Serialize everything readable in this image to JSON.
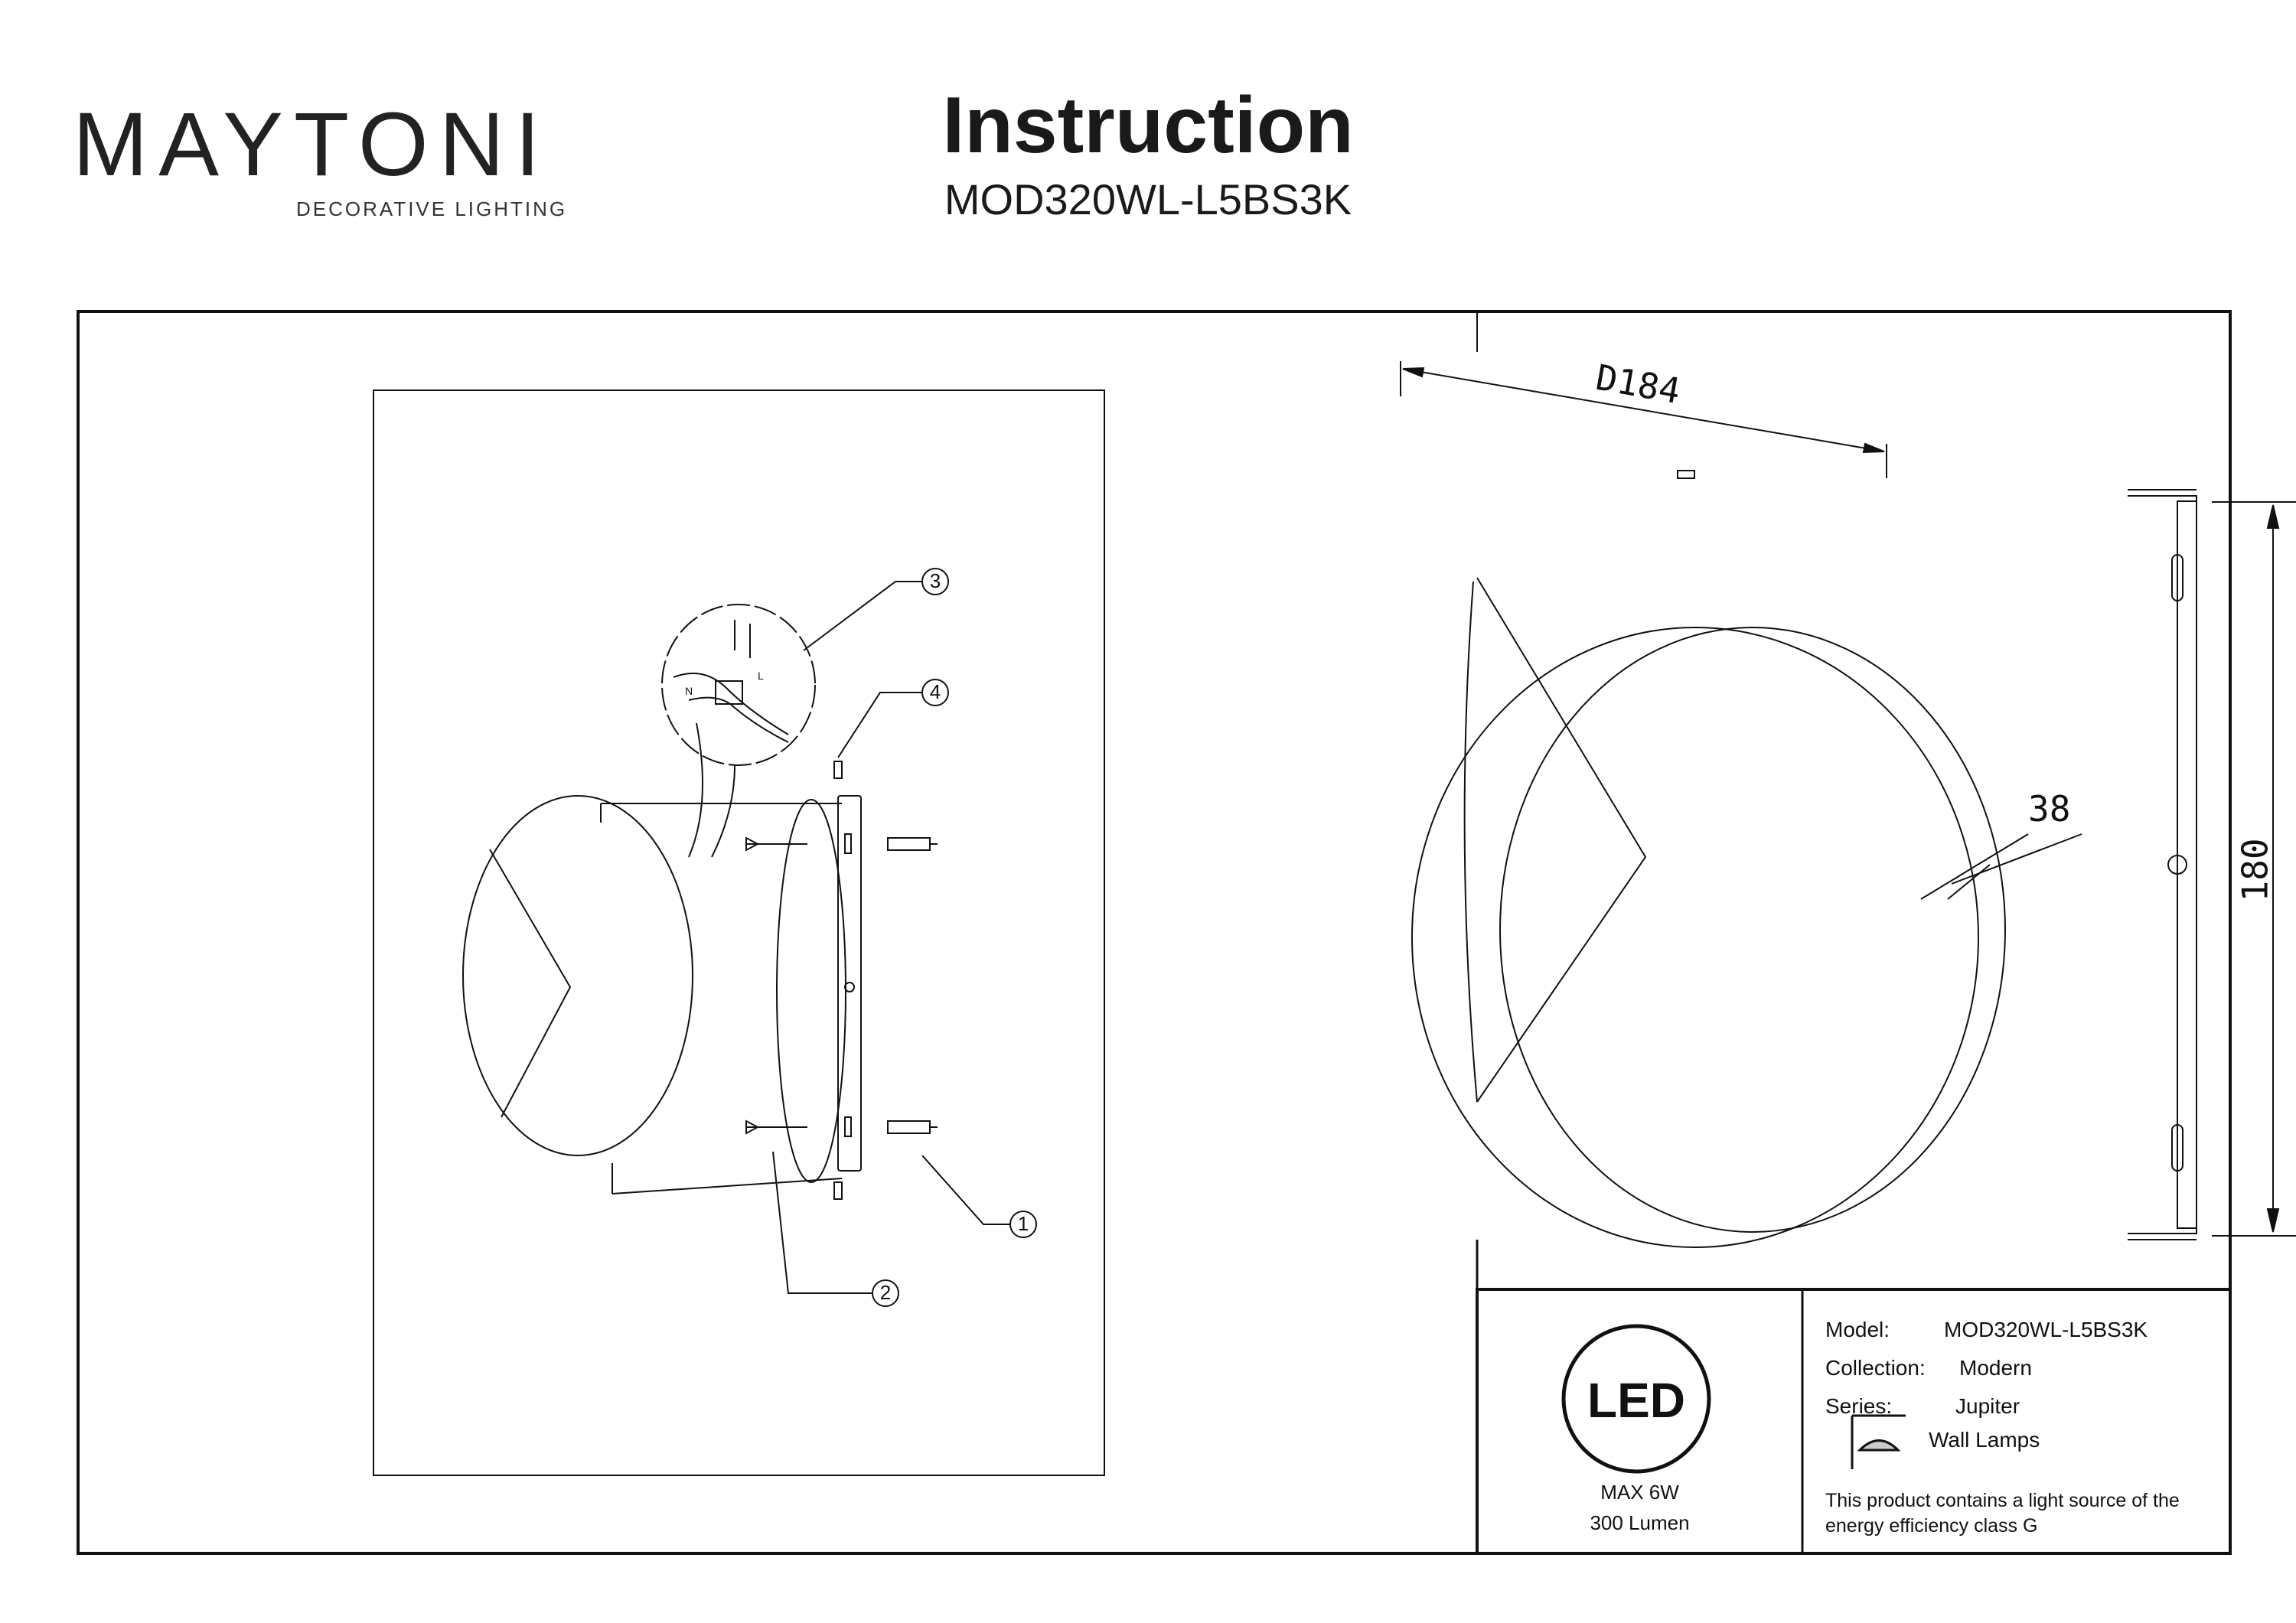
{
  "header": {
    "brand": "MAYTONI",
    "brand_sub": "DECORATIVE LIGHTING",
    "title": "Instruction",
    "model": "MOD320WL-L5BS3K"
  },
  "assembly": {
    "callout_1": "1",
    "callout_2": "2",
    "callout_3": "3",
    "callout_4": "4",
    "wire_n": "N",
    "wire_l": "L"
  },
  "dimensions": {
    "diameter": "D184",
    "depth": "38",
    "bracket_height": "180"
  },
  "spec_box": {
    "led_icon": "LED",
    "power": "MAX 6W",
    "lumen": "300 Lumen",
    "model_label": "Model:",
    "model_value": "MOD320WL-L5BS3K",
    "collection_label": "Collection:",
    "collection_value": "Modern",
    "series_label": "Series:",
    "series_value": "Jupiter",
    "type_icon": "wall-lamp-icon",
    "type_value": "Wall Lamps",
    "energy_note_line1": "This product contains a light source of the",
    "energy_note_line2": "energy efficiency class G"
  }
}
